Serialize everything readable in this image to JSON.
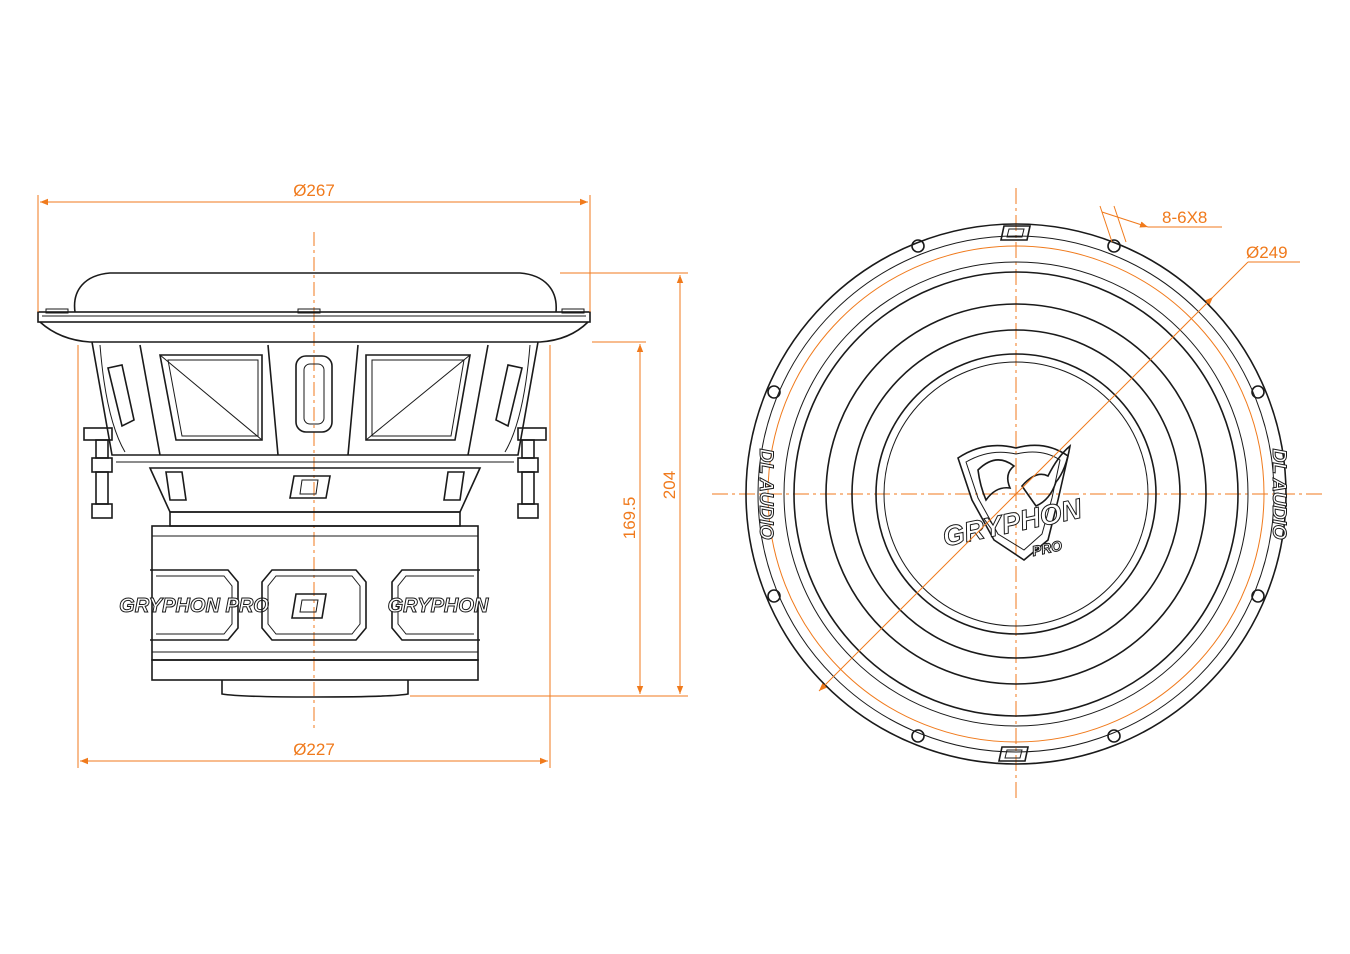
{
  "side_view": {
    "dims": {
      "top_diameter": "Ø267",
      "bottom_diameter": "Ø227",
      "height_total": "204",
      "height_mount": "169.5"
    },
    "magnet_labels": {
      "left": "GRYPHON PRO",
      "right": "GRYPHON"
    }
  },
  "front_view": {
    "dims": {
      "bolt_circle": "Ø249",
      "holes": "8-6X8"
    },
    "brand": "DL AUDIO",
    "logo_text": "GRYPHON",
    "logo_sub": "PRO"
  },
  "colors": {
    "dimension": "#f07a1c",
    "outline": "#1a1a1a"
  }
}
